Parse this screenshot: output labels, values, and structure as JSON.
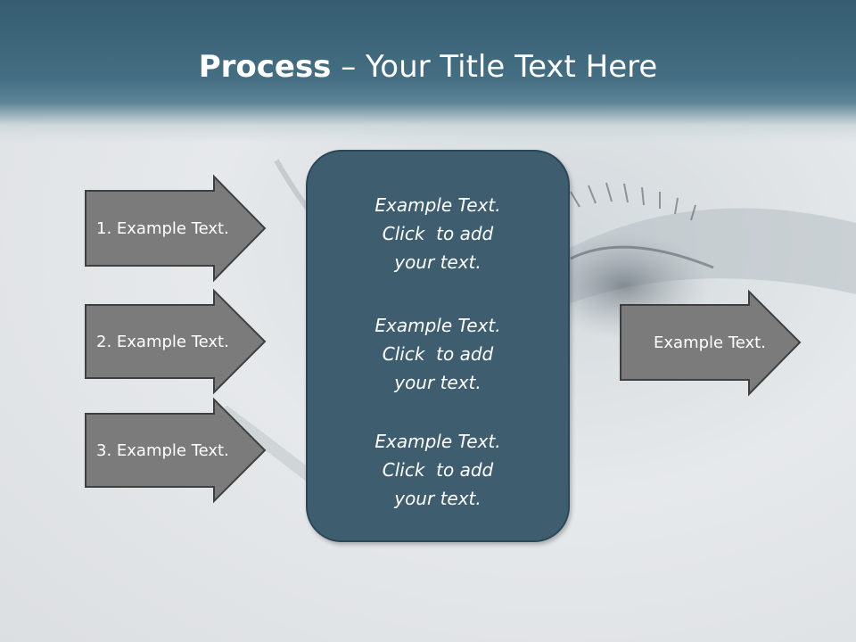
{
  "title": {
    "bold": "Process",
    "rest": " – Your Title Text Here"
  },
  "inputs": [
    {
      "label": "1. Example Text."
    },
    {
      "label": "2. Example Text."
    },
    {
      "label": "3. Example Text."
    }
  ],
  "center_blocks": [
    {
      "lines": [
        "Example Text.",
        "Click  to add",
        "your text."
      ]
    },
    {
      "lines": [
        "Example Text.",
        "Click  to add",
        "your text."
      ]
    },
    {
      "lines": [
        "Example Text.",
        "Click  to add",
        "your text."
      ]
    }
  ],
  "output": {
    "label": "Example Text."
  },
  "colors": {
    "title_band": "#446e83",
    "center_box": "#3e5e70",
    "arrow_fill": "#7b7b7b",
    "arrow_border": "#3f3f3f",
    "text": "#ffffff"
  }
}
